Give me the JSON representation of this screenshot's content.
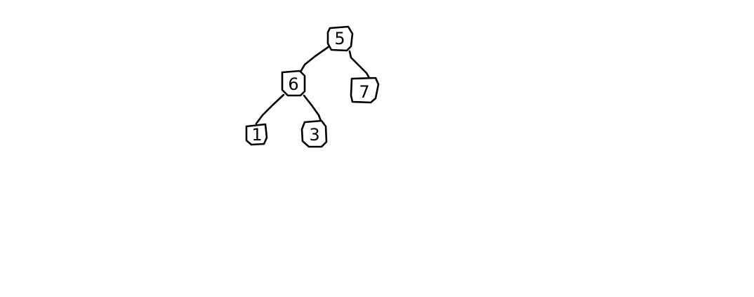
{
  "tree": {
    "root": "5",
    "nodes": [
      {
        "id": "n5",
        "label": "5",
        "children": [
          "n6",
          "n7"
        ]
      },
      {
        "id": "n6",
        "label": "6",
        "children": [
          "n1",
          "n3"
        ]
      },
      {
        "id": "n7",
        "label": "7",
        "children": []
      },
      {
        "id": "n1",
        "label": "1",
        "children": []
      },
      {
        "id": "n3",
        "label": "3",
        "children": []
      }
    ]
  },
  "colors": {
    "stroke": "#000000",
    "background": "#ffffff"
  }
}
